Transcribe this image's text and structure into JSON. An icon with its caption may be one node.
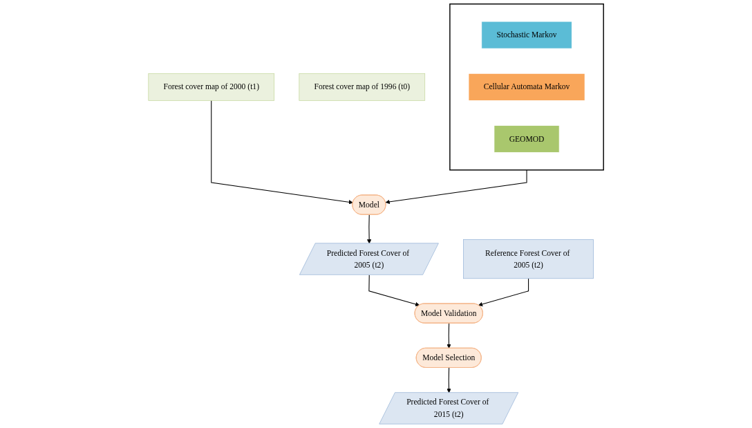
{
  "diagram": {
    "nodes": [
      {
        "text": [
          "Forest cover map of 1996 (t0)"
        ]
      },
      {
        "text": [
          "Forest cover map of 2000 (t1)"
        ]
      },
      {
        "text": [],
        "shape": "box"
      },
      {
        "text": [
          "Stochastic Markov"
        ],
        "in": 2
      },
      {
        "text": [
          "Cellular Automata Markov"
        ],
        "in": 2
      },
      {
        "text": [
          "GEOMOD"
        ],
        "in": 2
      },
      {
        "text": [
          "Model"
        ]
      },
      {
        "text": [
          "Predicted Forest Cover of 2005 (t2)"
        ]
      },
      {
        "text": [
          "Model Validation"
        ]
      },
      {
        "text": [
          "Model Selection"
        ]
      },
      {
        "text": [
          "Reference Forest Cover of 2005 (t2)"
        ]
      },
      {
        "text": [
          "Predicted Forest Cover of 2015 (t2)"
        ]
      }
    ],
    "edges": [
      {
        "from": 1,
        "to": 6,
        "arrow": "to"
      },
      {
        "from": 2,
        "to": 6,
        "arrow": "to"
      },
      {
        "from": 6,
        "to": 7,
        "arrow": "to"
      },
      {
        "from": 7,
        "to": 8,
        "arrow": "to"
      },
      {
        "from": 8,
        "to": 9,
        "arrow": "to"
      },
      {
        "from": 10,
        "to": 8,
        "arrow": "to"
      },
      {
        "from": 9,
        "to": 11,
        "arrow": "to"
      }
    ]
  }
}
